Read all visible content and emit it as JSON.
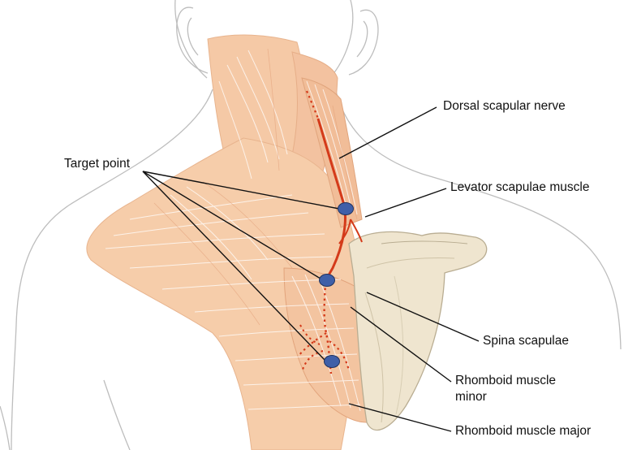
{
  "labels": {
    "target_point": "Target point",
    "dorsal_scapular_nerve": "Dorsal scapular nerve",
    "levator_scapulae_muscle": "Levator scapulae muscle",
    "spina_scapulae": "Spina scapulae",
    "rhomboid_minor_line1": "Rhomboid muscle",
    "rhomboid_minor_line2": "minor",
    "rhomboid_major": "Rhomboid muscle major"
  },
  "colors": {
    "skin_outline": "#bdbdbd",
    "muscle_fill": "#f5c9a6",
    "muscle_fiber": "#ffffff",
    "muscle_dark": "#e2a07a",
    "scapula_fill": "#efe5cf",
    "scapula_edge": "#b9ad92",
    "nerve": "#d43a1a",
    "target_point": "#3f5fa8",
    "target_point_edge": "#22335e",
    "leader_line": "#111111"
  },
  "icons": {
    "target_marker": "blue-oval-marker"
  }
}
